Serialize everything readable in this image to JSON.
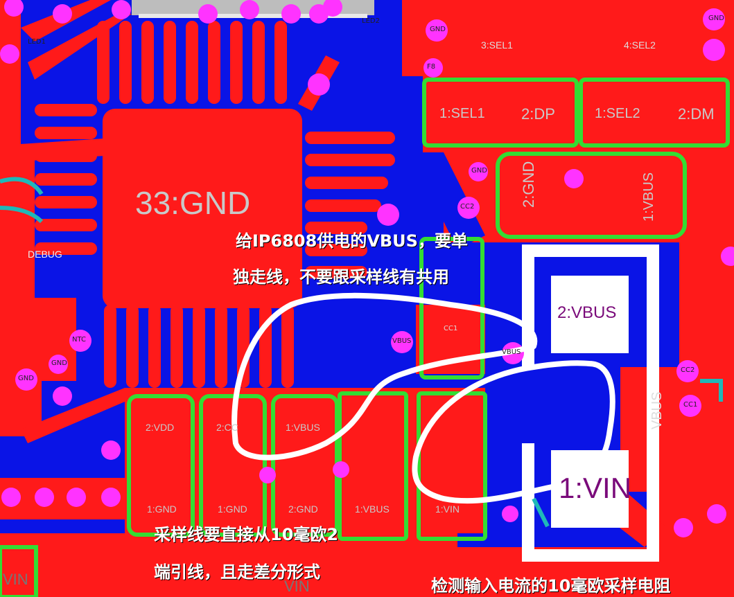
{
  "components": {
    "ic_pad": "33:GND",
    "sel1": {
      "top": "3:SEL1",
      "pin1": "1:SEL1",
      "pin2": "2:DP"
    },
    "sel2": {
      "top": "4:SEL2",
      "pin1": "1:SEL2",
      "pin2": "2:DM"
    },
    "usb_pads": {
      "gnd": "2:GND",
      "vbus": "1:VBUS"
    },
    "debug": "DEBUG",
    "resistor": {
      "pin2": "2:VBUS",
      "pin1": "1:VIN"
    },
    "caps": [
      "2:VDD",
      "2:CC",
      "1:VBUS",
      "1:GND",
      "1:GND",
      "2:GND",
      "1:VBUS",
      "1:VIN"
    ],
    "nets": [
      "LED1",
      "LED2",
      "GND",
      "GND",
      "GND",
      "CC2",
      "VBUS",
      "VBUS",
      "NTC",
      "GND",
      "GND",
      "CC2",
      "CC1",
      "VBUS",
      "VIN",
      "VIN",
      "F8",
      "CC1"
    ]
  },
  "annotations": {
    "a1_line1": "给IP6808供电的VBUS，要单",
    "a1_line2": "独走线，不要跟采样线有共用",
    "a2_line1": "采样线要直接从10毫欧2",
    "a2_line2": "端引线，且走差分形式",
    "a3": "检测输入电流的10毫欧采样电阻"
  },
  "colors": {
    "board": "#0a14e6",
    "copper": "#ff1a1a",
    "via": "#ff33ff",
    "outline": "#33dd33",
    "silk": "#c9c9c9"
  }
}
